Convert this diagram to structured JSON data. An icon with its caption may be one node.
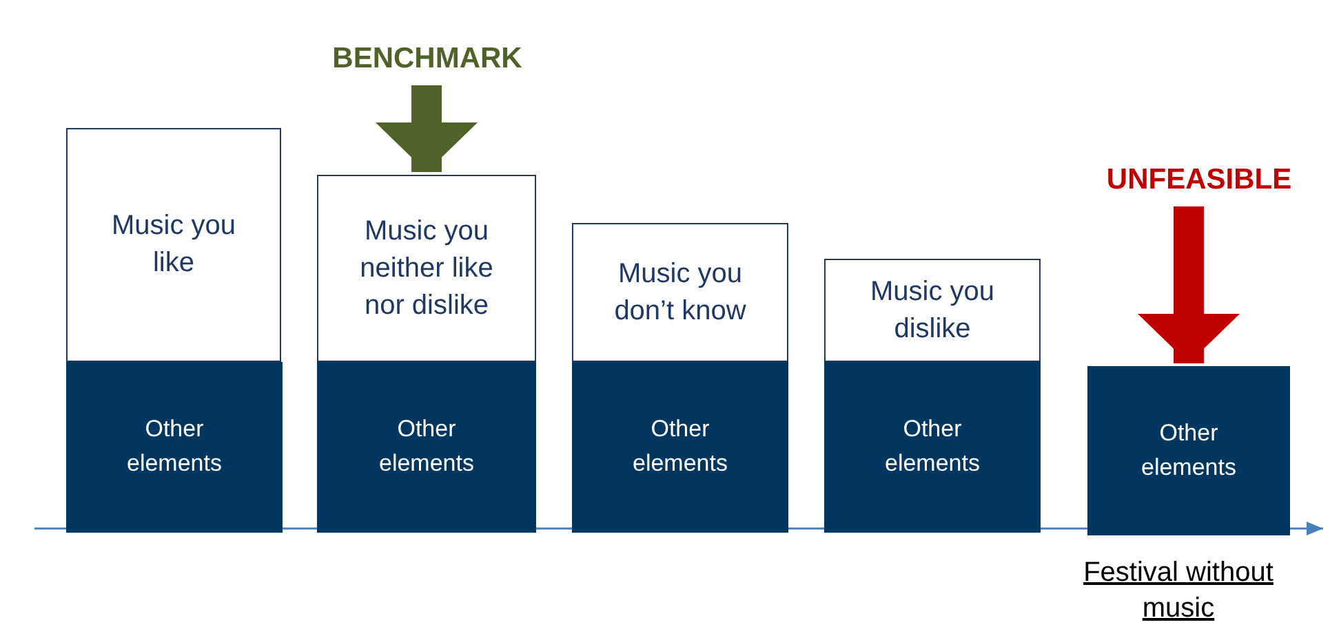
{
  "diagram": {
    "nodes": [
      {
        "text": [
          "Music you like"
        ]
      },
      {
        "text": [
          "Other elements"
        ]
      },
      {
        "text": [
          "Music you neither like nor dislike"
        ]
      },
      {
        "text": [
          "Other elements"
        ]
      },
      {
        "text": [
          "Music you don’t know"
        ]
      },
      {
        "text": [
          "Other elements"
        ]
      },
      {
        "text": [
          "Music you dislike"
        ]
      },
      {
        "text": [
          "Other elements"
        ]
      },
      {
        "text": [
          "Other elements"
        ]
      },
      {
        "text": [
          "BENCHMARK"
        ]
      },
      {
        "text": [
          "UNFEASIBLE"
        ]
      }
    ],
    "edges": [
      {
        "from": 9,
        "to": 2,
        "arrow": "to",
        "color": "#4f6228"
      },
      {
        "from": 10,
        "to": 8,
        "arrow": "to",
        "color": "#c00000"
      }
    ],
    "labels": [
      "Festival without music"
    ]
  }
}
